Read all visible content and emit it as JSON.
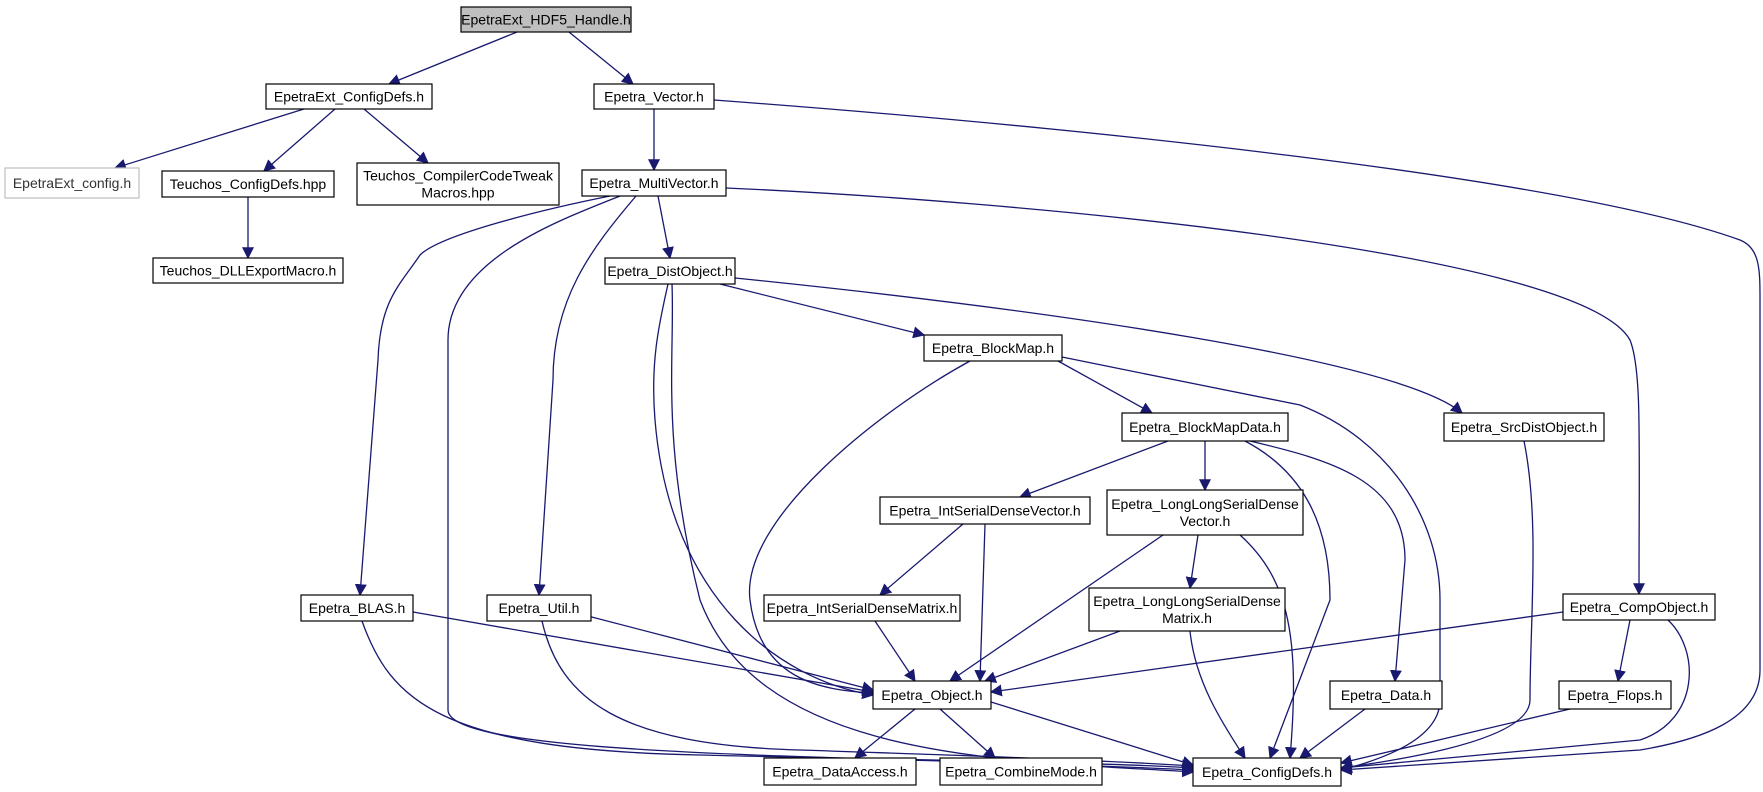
{
  "colors": {
    "edge": "#191970",
    "focus_fill": "#bfbfbf",
    "external_border": "#bfbfbf"
  },
  "nodes": [
    {
      "id": "hdf5",
      "label": [
        "EpetraExt_HDF5_Handle.h"
      ],
      "kind": "focus"
    },
    {
      "id": "extcfgdefs",
      "label": [
        "EpetraExt_ConfigDefs.h"
      ]
    },
    {
      "id": "vector",
      "label": [
        "Epetra_Vector.h"
      ]
    },
    {
      "id": "extconfig",
      "label": [
        "EpetraExt_config.h"
      ],
      "kind": "external"
    },
    {
      "id": "tcfgdefs",
      "label": [
        "Teuchos_ConfigDefs.hpp"
      ]
    },
    {
      "id": "tcompiler",
      "label": [
        "Teuchos_CompilerCodeTweak",
        "Macros.hpp"
      ]
    },
    {
      "id": "tdll",
      "label": [
        "Teuchos_DLLExportMacro.h"
      ]
    },
    {
      "id": "multivector",
      "label": [
        "Epetra_MultiVector.h"
      ]
    },
    {
      "id": "distobject",
      "label": [
        "Epetra_DistObject.h"
      ]
    },
    {
      "id": "blockmap",
      "label": [
        "Epetra_BlockMap.h"
      ]
    },
    {
      "id": "blockmapdata",
      "label": [
        "Epetra_BlockMapData.h"
      ]
    },
    {
      "id": "srcdist",
      "label": [
        "Epetra_SrcDistObject.h"
      ]
    },
    {
      "id": "intvec",
      "label": [
        "Epetra_IntSerialDenseVector.h"
      ]
    },
    {
      "id": "llvec",
      "label": [
        "Epetra_LongLongSerialDense",
        "Vector.h"
      ]
    },
    {
      "id": "blas",
      "label": [
        "Epetra_BLAS.h"
      ]
    },
    {
      "id": "util",
      "label": [
        "Epetra_Util.h"
      ]
    },
    {
      "id": "intmat",
      "label": [
        "Epetra_IntSerialDenseMatrix.h"
      ]
    },
    {
      "id": "llmat",
      "label": [
        "Epetra_LongLongSerialDense",
        "Matrix.h"
      ]
    },
    {
      "id": "compobject",
      "label": [
        "Epetra_CompObject.h"
      ]
    },
    {
      "id": "object",
      "label": [
        "Epetra_Object.h"
      ]
    },
    {
      "id": "data",
      "label": [
        "Epetra_Data.h"
      ]
    },
    {
      "id": "flops",
      "label": [
        "Epetra_Flops.h"
      ]
    },
    {
      "id": "dataaccess",
      "label": [
        "Epetra_DataAccess.h"
      ]
    },
    {
      "id": "combinemode",
      "label": [
        "Epetra_CombineMode.h"
      ]
    },
    {
      "id": "configdefs",
      "label": [
        "Epetra_ConfigDefs.h"
      ]
    }
  ],
  "edges": [
    [
      "hdf5",
      "extcfgdefs"
    ],
    [
      "hdf5",
      "vector"
    ],
    [
      "extcfgdefs",
      "extconfig"
    ],
    [
      "extcfgdefs",
      "tcfgdefs"
    ],
    [
      "extcfgdefs",
      "tcompiler"
    ],
    [
      "tcfgdefs",
      "tdll"
    ],
    [
      "vector",
      "multivector"
    ],
    [
      "vector",
      "configdefs"
    ],
    [
      "multivector",
      "distobject"
    ],
    [
      "multivector",
      "blas"
    ],
    [
      "multivector",
      "util"
    ],
    [
      "multivector",
      "compobject"
    ],
    [
      "multivector",
      "configdefs"
    ],
    [
      "distobject",
      "blockmap"
    ],
    [
      "distobject",
      "srcdist"
    ],
    [
      "distobject",
      "object"
    ],
    [
      "distobject",
      "configdefs"
    ],
    [
      "blockmap",
      "blockmapdata"
    ],
    [
      "blockmap",
      "object"
    ],
    [
      "blockmap",
      "configdefs"
    ],
    [
      "blockmapdata",
      "intvec"
    ],
    [
      "blockmapdata",
      "llvec"
    ],
    [
      "blockmapdata",
      "data"
    ],
    [
      "blockmapdata",
      "configdefs"
    ],
    [
      "srcdist",
      "configdefs"
    ],
    [
      "intvec",
      "intmat"
    ],
    [
      "intvec",
      "object"
    ],
    [
      "llvec",
      "llmat"
    ],
    [
      "llvec",
      "object"
    ],
    [
      "llvec",
      "configdefs"
    ],
    [
      "intmat",
      "object"
    ],
    [
      "llmat",
      "object"
    ],
    [
      "llmat",
      "configdefs"
    ],
    [
      "blas",
      "object"
    ],
    [
      "blas",
      "configdefs"
    ],
    [
      "util",
      "object"
    ],
    [
      "util",
      "configdefs"
    ],
    [
      "compobject",
      "object"
    ],
    [
      "compobject",
      "flops"
    ],
    [
      "compobject",
      "configdefs"
    ],
    [
      "object",
      "dataaccess"
    ],
    [
      "object",
      "combinemode"
    ],
    [
      "object",
      "configdefs"
    ],
    [
      "data",
      "configdefs"
    ],
    [
      "flops",
      "configdefs"
    ]
  ]
}
